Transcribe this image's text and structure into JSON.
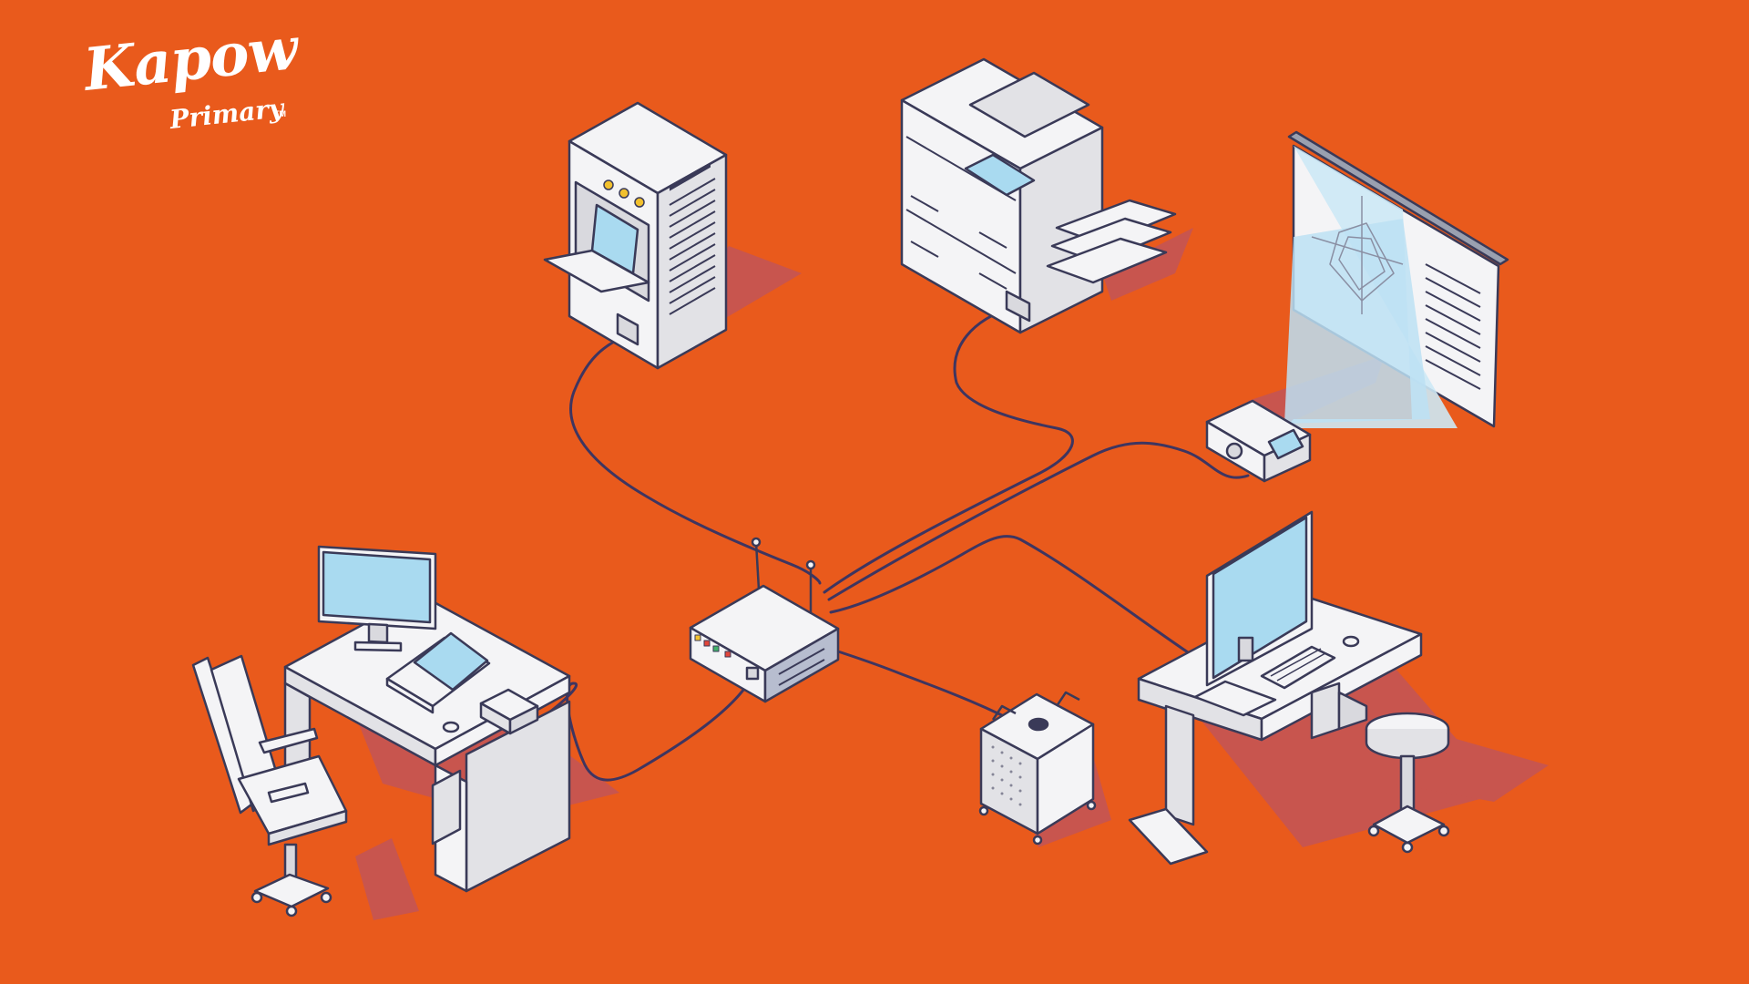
{
  "logo": {
    "brand": "Kapow",
    "sub": "Primary",
    "trademark": "TM"
  },
  "colors": {
    "background": "#E95A1C",
    "shadow": "#C8554E",
    "device_fill": "#F4F4F6",
    "device_side": "#E2E2E6",
    "outline": "#3A3A58",
    "screen": "#A9DAF0",
    "cable": "#3E3560",
    "accent_yellow": "#F2C12E",
    "accent_red": "#E2463A",
    "accent_green": "#42B06A"
  },
  "nodes": [
    {
      "id": "router",
      "icon": "wifi-router-icon"
    },
    {
      "id": "server",
      "icon": "server-cabinet-icon"
    },
    {
      "id": "printer",
      "icon": "printer-copier-icon"
    },
    {
      "id": "projector",
      "icon": "projector-icon"
    },
    {
      "id": "projector-screen",
      "icon": "projection-screen-icon"
    },
    {
      "id": "desk-left",
      "icon": "office-desk-icon"
    },
    {
      "id": "desk-right",
      "icon": "computer-desk-icon"
    },
    {
      "id": "tower",
      "icon": "desktop-tower-icon"
    }
  ],
  "links": [
    [
      "server",
      "router"
    ],
    [
      "printer",
      "router"
    ],
    [
      "projector",
      "router"
    ],
    [
      "desk-right",
      "router"
    ],
    [
      "tower",
      "router"
    ],
    [
      "desk-left",
      "router"
    ]
  ]
}
